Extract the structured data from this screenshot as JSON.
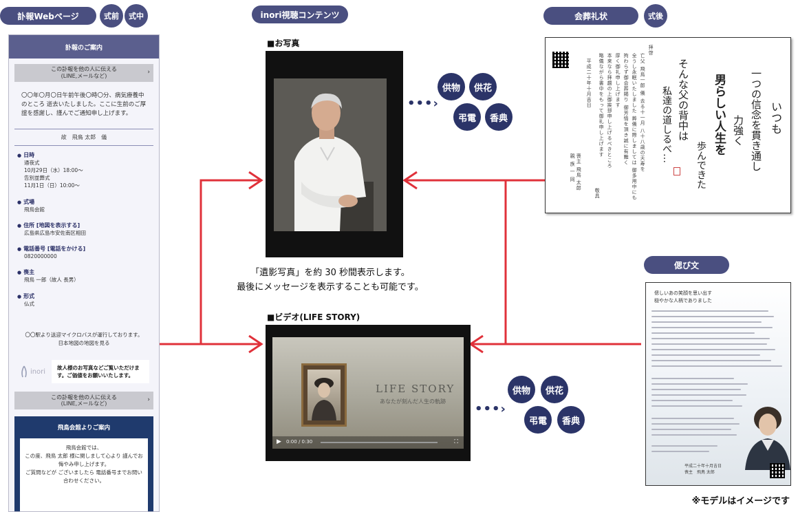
{
  "colors": {
    "accent_navy": "#2b3468",
    "pill": "#4a4f80",
    "connector_red": "#e0313a"
  },
  "headers": {
    "obituary_page": "訃報Webページ",
    "before_ceremony": "式前",
    "during_ceremony": "式中",
    "inori_content": "inori視聴コンテンツ",
    "thank_you_letter": "会葬礼状",
    "after_ceremony": "式後",
    "memorial_text": "偲び文"
  },
  "phone": {
    "header_title": "訃報のご案内",
    "share_button": "この訃報を他の人に伝える\n(LINE,メールなど)",
    "intro_text": "〇〇年〇月〇日午前午後〇時〇分、病気療養中のところ 逝去いたしました。ここに生前のご厚誼を感謝し、謹んでご通知申し上げます。",
    "deceased_label": "故　飛鳥 太郎　儀",
    "items": [
      {
        "label": "日時",
        "value": "通夜式\n10月29日（水）18:00～\n告別並葬式\n11月1日（日）10:00～"
      },
      {
        "label": "式場",
        "value": "飛鳥会館"
      },
      {
        "label": "住所 [地図を表示する]",
        "value": "広島県広島市安佐南区相田"
      },
      {
        "label": "電話番号 [電話をかける]",
        "value": "0820000000"
      },
      {
        "label": "喪主",
        "value": "飛鳥 一郎（故人 長男）"
      },
      {
        "label": "形式",
        "value": "仏式"
      }
    ],
    "bus_note": "〇〇駅より送迎マイクロバスが運行しております。\n日本地図の地図を見る",
    "logo_word": "inori",
    "logo_message": "故人様のお写真などご覧いただけます。ご価値をお願いいたします。",
    "share_button_2": "この訃報を他の人に伝える\n(LINE,メールなど)",
    "hall_title": "飛鳥会館よりご案内",
    "hall_body": "飛鳥会館では、\nこの度、飛鳥 太郎 様に関しまして心より 謹んでお悔やみ申し上げます。\nご質問などが ございましたら 電話番号までお問い合わせください。"
  },
  "photo_section": {
    "label": "■お写真",
    "caption_line1": "「遺影写真」を約 30 秒間表示します。",
    "caption_line2": "最後にメッセージを表示することも可能です。"
  },
  "video_section": {
    "label": "■ビデオ(LIFE STORY)",
    "title_text": "LIFE STORY",
    "subtitle_text": "あなたが刻んだ人生の軌跡",
    "time_text": "0:00 / 0:30"
  },
  "offerings": {
    "kumotsu": "供物",
    "kyouka": "供花",
    "chouden": "弔電",
    "kouden": "香典"
  },
  "card": {
    "columns": [
      "拝啓",
      "亡父 飛鳥一郎 儀 去る十一月 八十八歳の天寿を",
      "全うし永眠いたしました 葬儀に際しましては 御多用中にも",
      "拘わらず御会葬賜り 御芳情を頂き誠に有難く",
      "厚く御礼申し上げます",
      "本来なら拝趨の上御挨拶申し上げるべきところ",
      "略儀ながら書中をもって御礼申し上げます",
      "平成二十年十月吉日"
    ],
    "closing": "敬具",
    "signature": "喪主 飛鳥 太郎\n親 族 一 同",
    "poem": [
      "いつも",
      "一つの信念を貫き通し",
      "力強く",
      "男らしい人生を",
      "歩んできた",
      "そんな父の背中は",
      "私達の道しるべ…"
    ]
  },
  "letter": {
    "heading": "偲しいあの笑顔を思い出す\n穏やかな人柄でありました",
    "footer": "平成二十年十月吉日\n喪主　飛鳥 太郎"
  },
  "footnote": "※モデルはイメージです"
}
